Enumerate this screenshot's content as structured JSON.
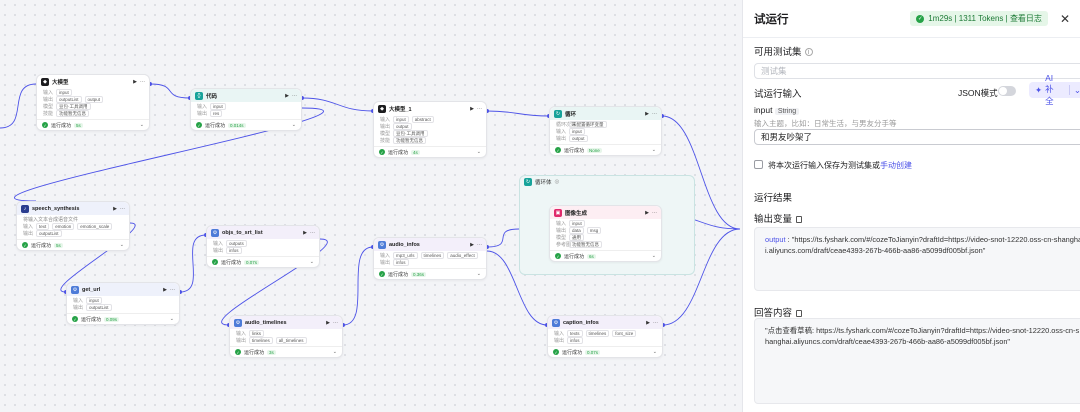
{
  "canvas": {
    "nodes": {
      "llm": {
        "title": "大模型",
        "rows": [
          [
            "输入",
            "input"
          ],
          [
            "输出",
            "outputList",
            "output"
          ],
          [
            "模型",
            "豆包·工具调用"
          ],
          [
            "技能",
            "功能暂无信息"
          ]
        ],
        "status": "运行成功",
        "time": "5s"
      },
      "code": {
        "title": "代码",
        "rows": [
          [
            "输入",
            "input"
          ],
          [
            "输出",
            "res"
          ]
        ],
        "status": "运行成功",
        "time": "0.014s"
      },
      "llm1": {
        "title": "大模型_1",
        "rows": [
          [
            "输入",
            "input",
            "abstract"
          ],
          [
            "输出",
            "output"
          ],
          [
            "模型",
            "豆包·工具调用"
          ],
          [
            "技能",
            "功能暂无信息"
          ]
        ],
        "status": "运行成功",
        "time": "4s"
      },
      "loop": {
        "title": "循环",
        "rows": [
          [
            "循环次数",
            "未配置循环变量"
          ],
          [
            "输入",
            "input"
          ],
          [
            "输出",
            "output"
          ]
        ],
        "status": "运行成功",
        "time": "None"
      },
      "loopbody": {
        "title": "循环体"
      },
      "imggen": {
        "title": "图像生成",
        "rows": [
          [
            "输入",
            "input"
          ],
          [
            "输出",
            "data",
            "msg"
          ],
          [
            "模型",
            "通用"
          ],
          [
            "参考图",
            "功能暂无信息"
          ]
        ],
        "status": "运行成功",
        "time": "6s"
      },
      "speech": {
        "title": "speech_synthesis",
        "desc": "将输入文本合成语音文件",
        "rows": [
          [
            "输入",
            "text",
            "emotion",
            "emotion_scale"
          ],
          [
            "输出",
            "outputList"
          ]
        ],
        "status": "运行成功",
        "time": "5s"
      },
      "geturl": {
        "title": "get_url",
        "rows": [
          [
            "输入",
            "input"
          ],
          [
            "输出",
            "outputList"
          ]
        ],
        "status": "运行成功",
        "time": "0.09s"
      },
      "objsrt": {
        "title": "objs_to_srt_list",
        "rows": [
          [
            "输入",
            "outputs"
          ],
          [
            "输出",
            "infos"
          ]
        ],
        "status": "运行成功",
        "time": "0.07s"
      },
      "audiotl": {
        "title": "audio_timelines",
        "rows": [
          [
            "输入",
            "links"
          ],
          [
            "输出",
            "timelines",
            "all_timelines"
          ]
        ],
        "status": "运行成功",
        "time": "3s"
      },
      "audioinfos": {
        "title": "audio_infos",
        "rows": [
          [
            "输入",
            "mp3_urls",
            "timelines",
            "audio_effect"
          ],
          [
            "输出",
            "infos"
          ]
        ],
        "status": "运行成功",
        "time": "0.36s"
      },
      "captions": {
        "title": "caption_infos",
        "rows": [
          [
            "输入",
            "texts",
            "timelines",
            "font_size"
          ],
          [
            "输出",
            "infos"
          ]
        ],
        "status": "运行成功",
        "time": "0.07s"
      }
    }
  },
  "panel": {
    "title": "试运行",
    "badge": {
      "text": "1m29s | 1311 Tokens | 查看日志"
    },
    "close": "✕",
    "testset_label": "可用测试集",
    "testset_placeholder": "测试集",
    "run_input_label": "试运行输入",
    "json_mode": "JSON模式",
    "ai_button": "AI 补全",
    "input_name": "input",
    "input_type": "String",
    "input_hint": "输入主题，比如：日常生活，与男友分手等",
    "input_value": "和男友吵架了",
    "save_text": "将本次运行输入保存为测试集或",
    "save_link": "手动创建",
    "result_label": "运行结果",
    "output_label": "输出变量",
    "output_key": "output",
    "output_value": " : \"https://ts.fyshark.com/#/cozeToJianyin?draftId=https://video-snot-12220.oss-cn-shanghai.aliyuncs.com/draft/ceae4393-267b-466b-aa86-a5099df005bf.json\"",
    "answer_label": "回答内容",
    "answer_value": "\"点击查看草稿: https://ts.fyshark.com/#/cozeToJianyin?draftId=https://video-snot-12220.oss-cn-shanghai.aliyuncs.com/draft/ceae4393-267b-466b-aa86-a5099df005bf.json\""
  },
  "colors": {
    "accent": "#4d53e8",
    "success": "#26a247",
    "badge_bg": "#e5f6e8"
  }
}
